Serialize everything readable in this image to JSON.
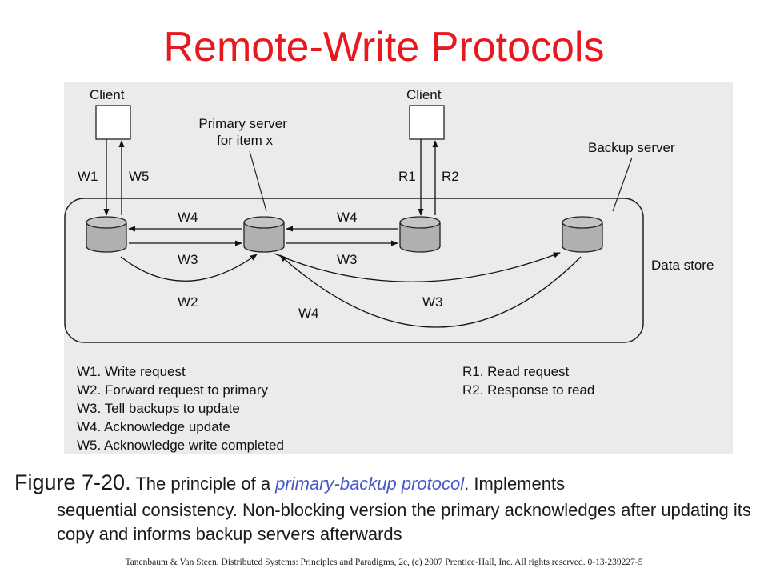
{
  "slide": {
    "title": "Remote-Write Protocols",
    "copyright": "Tanenbaum & Van Steen, Distributed Systems: Principles and Paradigms, 2e, (c) 2007 Prentice-Hall, Inc. All rights reserved. 0-13-239227-5"
  },
  "diagram": {
    "client_left_label": "Client",
    "client_right_label": "Client",
    "primary_label_line1": "Primary server",
    "primary_label_line2": "for item x",
    "backup_label": "Backup server",
    "data_store_label": "Data store",
    "arrows": {
      "w1": "W1",
      "w5": "W5",
      "r1": "R1",
      "r2": "R2",
      "w4_left": "W4",
      "w4_right": "W4",
      "w3_left": "W3",
      "w3_right": "W3",
      "w2": "W2",
      "w3_curve": "W3",
      "w4_curve": "W4"
    },
    "legend_left": [
      "W1. Write request",
      "W2. Forward request to primary",
      "W3. Tell backups to update",
      "W4. Acknowledge update",
      "W5. Acknowledge write completed"
    ],
    "legend_right": [
      "R1. Read request",
      "R2. Response to read"
    ]
  },
  "caption": {
    "figure_label": "Figure 7-20.",
    "text_before": " The principle of a ",
    "highlight": "primary-backup protocol",
    "text_after": ". Implements",
    "rest": "sequential consistency. Non-blocking version the primary acknowledges after updating its copy and informs backup servers afterwards"
  },
  "colors": {
    "title": "#e8191e",
    "highlight": "#4a57c9",
    "panel_bg": "#ebebeb",
    "disk_fill": "#b0b0b0"
  }
}
